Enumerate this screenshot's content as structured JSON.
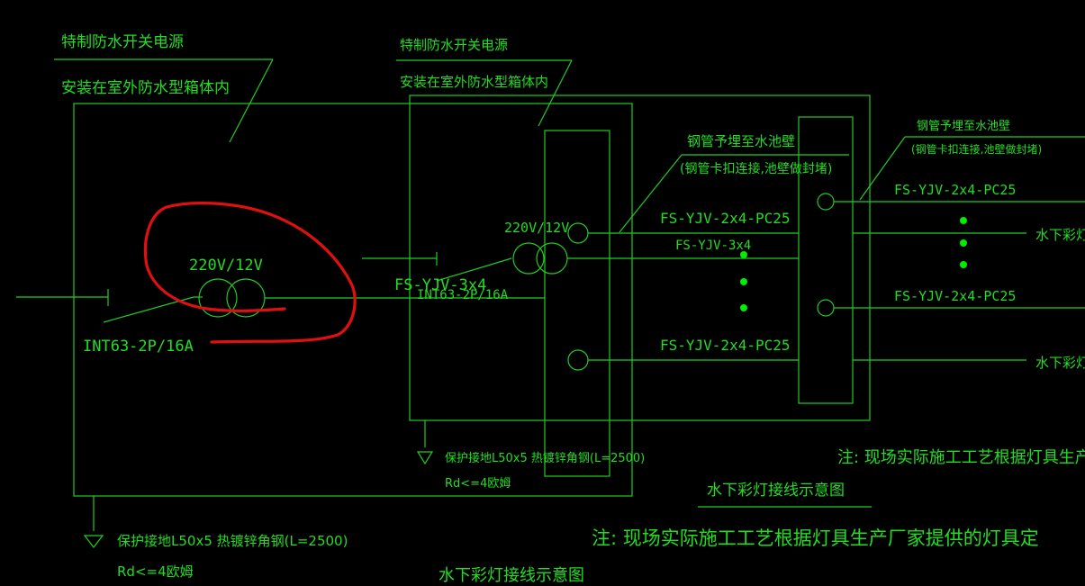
{
  "colors": {
    "background": "#000000",
    "line": "#22cc22",
    "text": "#22dd22",
    "markup": "#e01010",
    "dot": "#00ee00"
  },
  "left": {
    "title": "特制防水开关电源",
    "install": "安装在室外防水型箱体内",
    "voltage": "220V/12V",
    "breaker": "INT63-2P/16A",
    "ground": "保护接地L50x5  热镀锌角钢(L=2500)",
    "rd": "Rd<=4欧姆",
    "caption": "水下彩灯接线示意图"
  },
  "right": {
    "title": "特制防水开关电源",
    "install": "安装在室外防水型箱体内",
    "voltage": "220V/12V",
    "breaker": "INT63-2P/16A",
    "feeder": "FS-YJV-3x4",
    "ground": "保护接地L50x5  热镀锌角钢(L=2500)",
    "rd": "Rd<=4欧姆",
    "caption": "水下彩灯接线示意图",
    "note": "注: 现场实际施工工艺根据灯具生产厂家提供的灯具定",
    "note_partial": "注: 现场实际施工工艺根据灯具生产厂家提",
    "pipe_label": "钢管予埋至水池壁",
    "pipe_note": "(钢管卡扣连接,池壁做封堵)",
    "cable_top": "FS-YJV-2x4-PC25",
    "cable_mid": "FS-YJV-3x4",
    "cable_bot": "FS-YJV-2x4-PC25",
    "far_pipe_label": "钢管予埋至水池壁",
    "far_pipe_note": "(钢管卡扣连接,池壁做封堵)",
    "far_cable_top": "FS-YJV-2x4-PC25",
    "far_cable_bot": "FS-YJV-2x4-PC25",
    "lamp_top": "水下彩灯",
    "lamp_bot": "水下彩灯"
  }
}
